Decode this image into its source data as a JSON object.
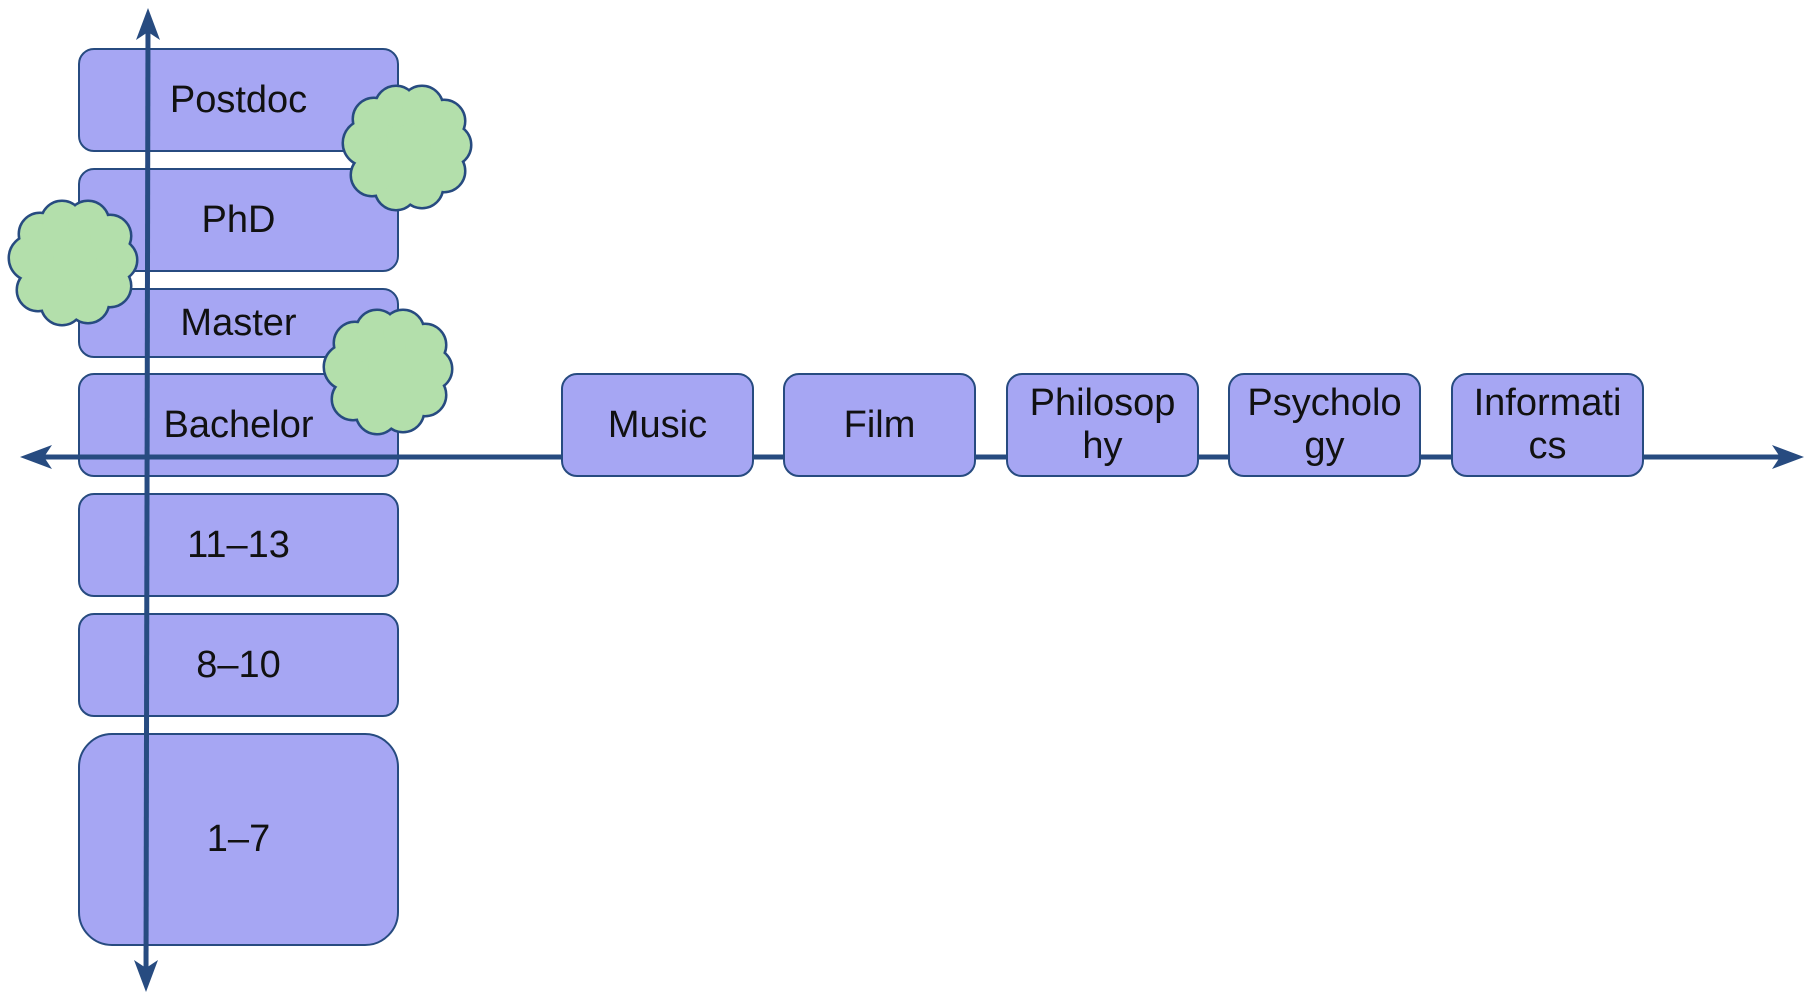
{
  "diagram": {
    "colors": {
      "box_fill": "#a6a6f3",
      "box_stroke": "#274b80",
      "axis": "#274b80",
      "cloud_fill": "#b3dfab",
      "cloud_stroke": "#274b80"
    },
    "education_levels": [
      "Postdoc",
      "PhD",
      "Master",
      "Bachelor",
      "11–13",
      "8–10",
      "1–7"
    ],
    "fields": [
      "Music",
      "Film",
      "Philosophy",
      "Psychology",
      "Informatics"
    ]
  }
}
